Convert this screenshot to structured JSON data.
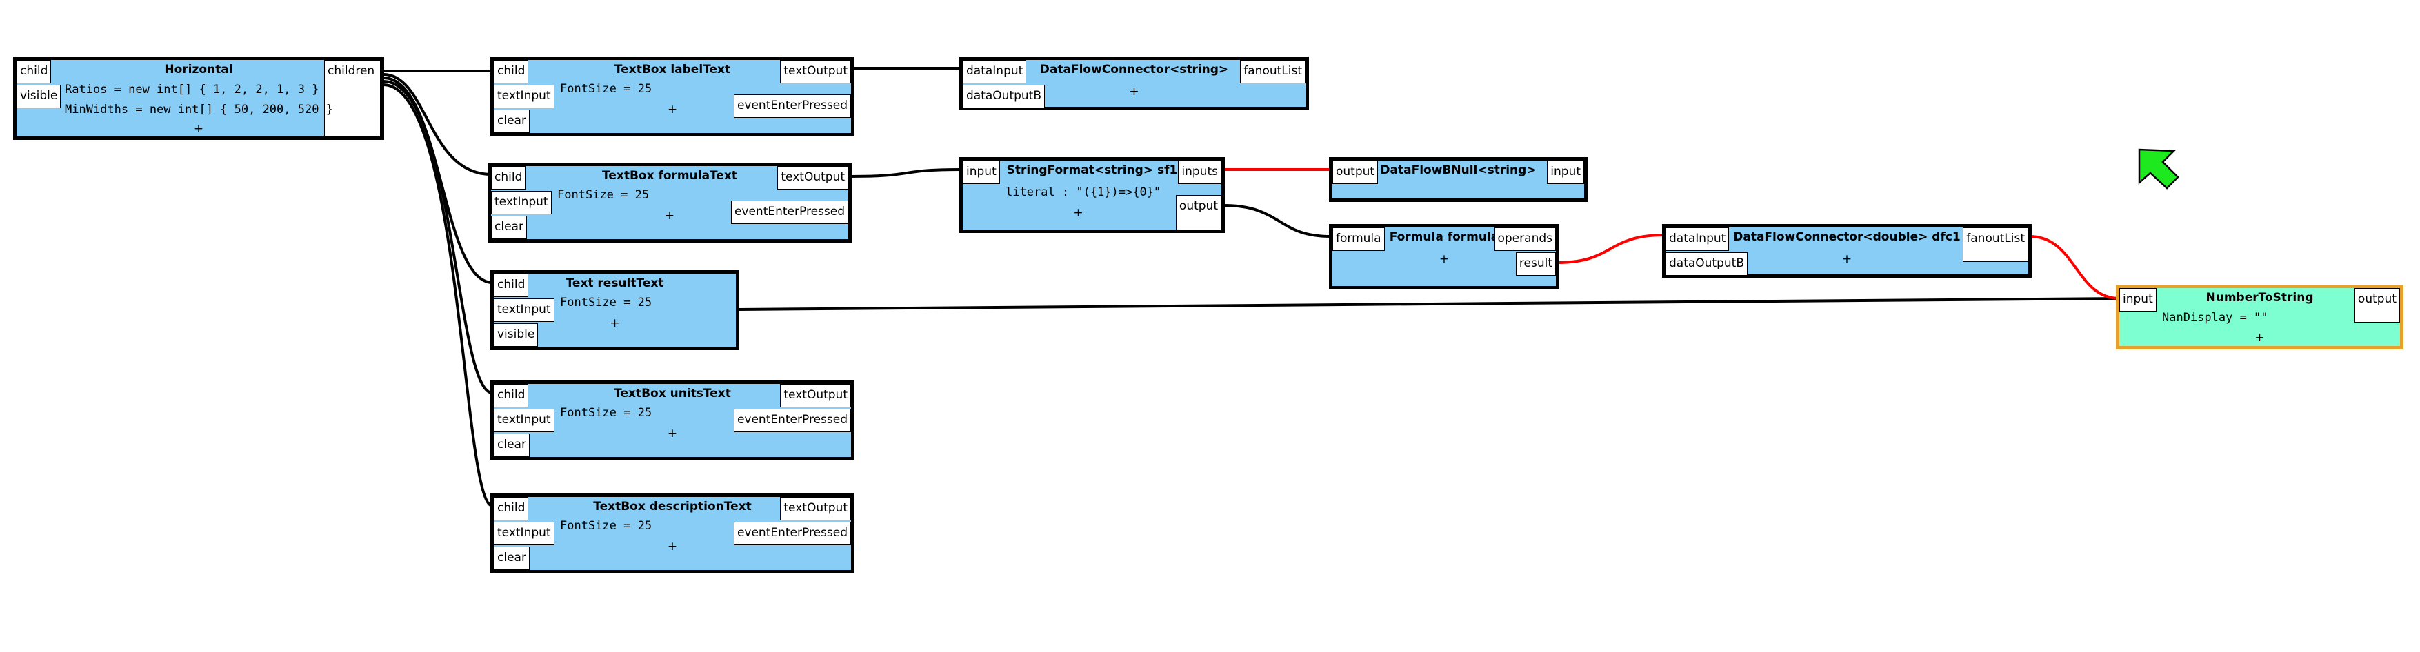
{
  "nodes": {
    "horizontal": {
      "title": "Horizontal",
      "ports": {
        "child": "child",
        "visible": "visible",
        "children": "children"
      },
      "props": [
        "Ratios = new int[] { 1, 2, 2, 1, 3 }",
        "MinWidths = new int[] { 50, 200, 520 }"
      ],
      "add": "+"
    },
    "label_text": {
      "title": "TextBox  labelText",
      "ports": {
        "child": "child",
        "text_input": "textInput",
        "clear": "clear",
        "text_output": "textOutput",
        "event": "eventEnterPressed"
      },
      "props": [
        "FontSize = 25"
      ],
      "add": "+"
    },
    "formula_text": {
      "title": "TextBox  formulaText",
      "ports": {
        "child": "child",
        "text_input": "textInput",
        "clear": "clear",
        "text_output": "textOutput",
        "event": "eventEnterPressed"
      },
      "props": [
        "FontSize = 25"
      ],
      "add": "+"
    },
    "result_text": {
      "title": "Text  resultText",
      "ports": {
        "child": "child",
        "text_input": "textInput",
        "visible": "visible"
      },
      "props": [
        "FontSize = 25"
      ],
      "add": "+"
    },
    "units_text": {
      "title": "TextBox  unitsText",
      "ports": {
        "child": "child",
        "text_input": "textInput",
        "clear": "clear",
        "text_output": "textOutput",
        "event": "eventEnterPressed"
      },
      "props": [
        "FontSize = 25"
      ],
      "add": "+"
    },
    "description_text": {
      "title": "TextBox  descriptionText",
      "ports": {
        "child": "child",
        "text_input": "textInput",
        "clear": "clear",
        "text_output": "textOutput",
        "event": "eventEnterPressed"
      },
      "props": [
        "FontSize = 25"
      ],
      "add": "+"
    },
    "dfc_string": {
      "title": "DataFlowConnector<string>",
      "ports": {
        "data_input": "dataInput",
        "data_output_b": "dataOutputB",
        "fanout": "fanoutList"
      },
      "add": "+"
    },
    "string_format": {
      "title": "StringFormat<string>  sf1",
      "ports": {
        "input": "input",
        "inputs": "inputs",
        "output": "output"
      },
      "props": [
        "literal : \"({1})=>{0}\""
      ],
      "add": "+"
    },
    "dfb_null": {
      "title": "DataFlowBNull<string>",
      "ports": {
        "output": "output",
        "input": "input"
      }
    },
    "formula": {
      "title": "Formula  formula",
      "ports": {
        "formula": "formula",
        "operands": "operands",
        "result": "result"
      },
      "add": "+"
    },
    "dfc_double": {
      "title": "DataFlowConnector<double>  dfc1",
      "ports": {
        "data_input": "dataInput",
        "data_output_b": "dataOutputB",
        "fanout": "fanoutList"
      },
      "add": "+"
    },
    "number_to_string": {
      "title": "NumberToString",
      "ports": {
        "input": "input",
        "output": "output"
      },
      "props": [
        "NanDisplay = \"\""
      ],
      "add": "+"
    }
  },
  "colors": {
    "node_fill": "#87cdf5",
    "selected_fill": "#7dffd2",
    "selected_border": "#e8a02a",
    "wire": "#000000",
    "wire_highlight": "#ff0000",
    "cursor": "#1ee81e"
  },
  "icons": {
    "cursor": "arrow-cursor-icon"
  }
}
